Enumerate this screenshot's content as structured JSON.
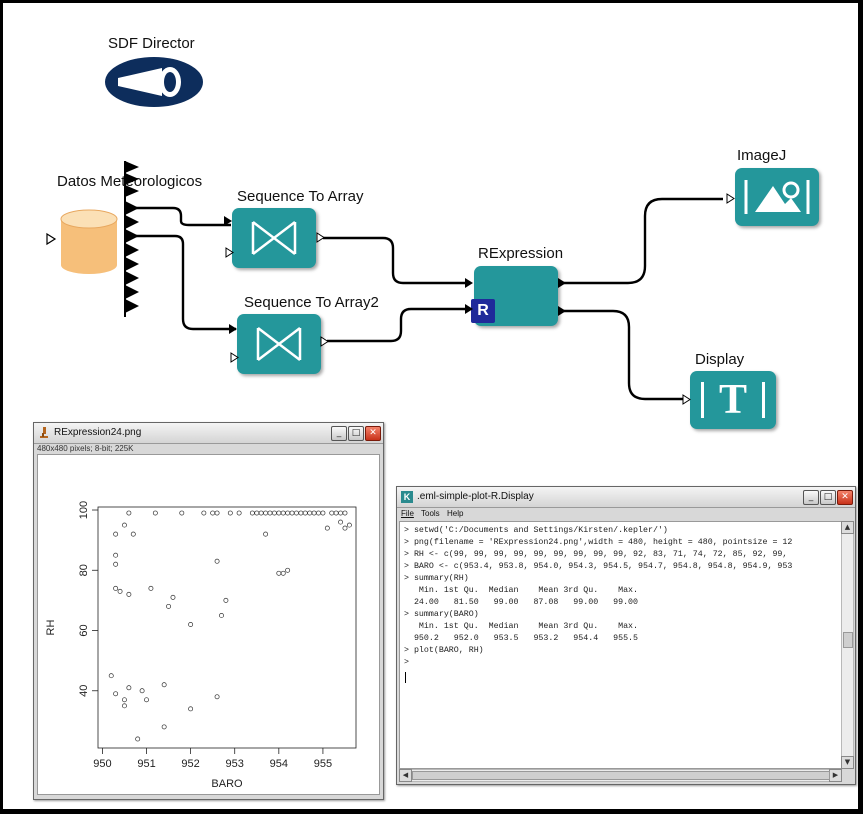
{
  "director": {
    "label": "SDF Director"
  },
  "source": {
    "label": "Datos Meteorologicos"
  },
  "actors": {
    "seq1": {
      "label": "Sequence To Array"
    },
    "seq2": {
      "label": "Sequence To Array2"
    },
    "rexpr": {
      "label": "RExpression",
      "badge": "R"
    },
    "imagej": {
      "label": "ImageJ"
    },
    "display": {
      "label": "Display",
      "glyph": "T"
    }
  },
  "image_window": {
    "title": "RExpression24.png",
    "info": "480x480 pixels; 8-bit; 225K",
    "buttons": {
      "minimize": "_",
      "maximize": "□",
      "close": "✕"
    }
  },
  "display_window": {
    "icon": "K",
    "title": ".eml-simple-plot-R.Display",
    "menu": [
      "File",
      "Tools",
      "Help"
    ],
    "buttons": {
      "minimize": "_",
      "maximize": "□",
      "close": "✕"
    },
    "lines": [
      "> setwd('C:/Documents and Settings/Kirsten/.kepler/')",
      "> png(filename = 'RExpression24.png',width = 480, height = 480, pointsize = 12",
      "> RH <- c(99, 99, 99, 99, 99, 99, 99, 99, 99, 92, 83, 71, 74, 72, 85, 92, 99,",
      "> BARO <- c(953.4, 953.8, 954.0, 954.3, 954.5, 954.7, 954.8, 954.8, 954.9, 953",
      "> summary(RH)",
      "   Min. 1st Qu.  Median    Mean 3rd Qu.    Max.",
      "  24.00   81.50   99.00   87.08   99.00   99.00",
      "> summary(BARO)",
      "   Min. 1st Qu.  Median    Mean 3rd Qu.    Max.",
      "  950.2   952.0   953.5   953.2   954.4   955.5",
      "> plot(BARO, RH)",
      ">"
    ]
  },
  "chart_data": {
    "type": "scatter",
    "xlabel": "BARO",
    "ylabel": "RH",
    "xlim": [
      949.9,
      955.75
    ],
    "ylim": [
      21,
      101
    ],
    "xticks": [
      950,
      951,
      952,
      953,
      954,
      955
    ],
    "yticks": [
      40,
      60,
      80,
      100
    ],
    "points": [
      [
        950.2,
        45
      ],
      [
        950.3,
        39
      ],
      [
        950.5,
        37
      ],
      [
        950.5,
        35
      ],
      [
        950.6,
        41
      ],
      [
        950.9,
        40
      ],
      [
        951.0,
        37
      ],
      [
        950.8,
        24
      ],
      [
        951.4,
        28
      ],
      [
        951.4,
        42
      ],
      [
        952.0,
        34
      ],
      [
        952.6,
        38
      ],
      [
        952.0,
        62
      ],
      [
        952.7,
        65
      ],
      [
        952.8,
        70
      ],
      [
        951.5,
        68
      ],
      [
        951.6,
        71
      ],
      [
        951.1,
        74
      ],
      [
        950.6,
        72
      ],
      [
        950.3,
        74
      ],
      [
        950.4,
        73
      ],
      [
        950.3,
        82
      ],
      [
        950.3,
        85
      ],
      [
        950.3,
        92
      ],
      [
        950.5,
        95
      ],
      [
        950.7,
        92
      ],
      [
        950.6,
        99
      ],
      [
        951.2,
        99
      ],
      [
        951.8,
        99
      ],
      [
        952.3,
        99
      ],
      [
        952.5,
        99
      ],
      [
        952.6,
        99
      ],
      [
        952.9,
        99
      ],
      [
        953.1,
        99
      ],
      [
        953.4,
        99
      ],
      [
        953.5,
        99
      ],
      [
        953.6,
        99
      ],
      [
        953.7,
        99
      ],
      [
        953.8,
        99
      ],
      [
        953.9,
        99
      ],
      [
        954.0,
        99
      ],
      [
        954.1,
        99
      ],
      [
        954.2,
        99
      ],
      [
        954.3,
        99
      ],
      [
        954.4,
        99
      ],
      [
        954.5,
        99
      ],
      [
        954.6,
        99
      ],
      [
        954.7,
        99
      ],
      [
        954.8,
        99
      ],
      [
        954.9,
        99
      ],
      [
        955.0,
        99
      ],
      [
        955.2,
        99
      ],
      [
        955.3,
        99
      ],
      [
        955.4,
        99
      ],
      [
        955.5,
        99
      ],
      [
        955.4,
        96
      ],
      [
        955.5,
        94
      ],
      [
        955.6,
        95
      ],
      [
        955.1,
        94
      ],
      [
        953.7,
        92
      ],
      [
        952.6,
        83
      ],
      [
        954.0,
        79
      ],
      [
        954.1,
        79
      ],
      [
        954.2,
        80
      ]
    ]
  }
}
